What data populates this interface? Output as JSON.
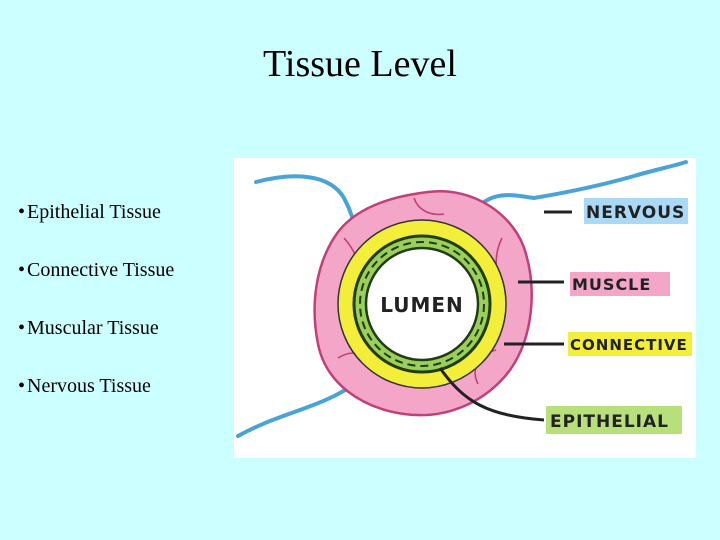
{
  "slide": {
    "title": "Tissue Level"
  },
  "bullets": [
    "Epithelial Tissue",
    "Connective Tissue",
    "Muscular Tissue",
    "Nervous Tissue"
  ],
  "bullet_symbol": "•",
  "diagram": {
    "center_label": "LUMEN",
    "labels": {
      "nervous": "NERVOUS",
      "muscle": "MUSCLE",
      "connective": "CONNECTIVE",
      "epithelial": "EPITHELIAL"
    },
    "colors": {
      "background": "#ccffff",
      "nerve": "#4aa3d6",
      "muscle": "#f4a6c8",
      "connective": "#f2ee3a",
      "epithelial": "#9ccf5a",
      "label_highlight": "#a9d9f5",
      "muscle_label_highlight": "#f4a6c8",
      "connective_label_highlight": "#f2ee3a",
      "epithelial_label_highlight": "#b8e07a"
    }
  }
}
